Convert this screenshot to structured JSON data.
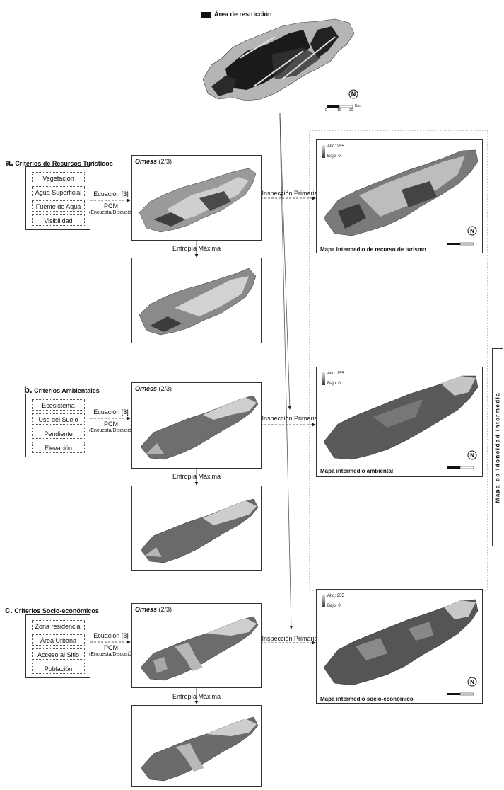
{
  "restriction": {
    "legend_label": "Área de restricción"
  },
  "scale": {
    "zero": "0",
    "ten": "10",
    "twenty": "20",
    "unit": "Km"
  },
  "north": "N",
  "criteria": [
    {
      "letter": "a.",
      "title": "Criterios de Recursos Turísticos",
      "items": [
        "Vegetación",
        "Agua Superficial",
        "Fuente de Agua",
        "Visibilidad"
      ]
    },
    {
      "letter": "b.",
      "title": "Criterios Ambientales",
      "items": [
        "Ecosistema",
        "Uso del Suelo",
        "Pendiente",
        "Elevación"
      ]
    },
    {
      "letter": "c.",
      "title": "Criterios Socio-económicos",
      "items": [
        "Zona residencial",
        "Área Urbana",
        "Acceso al Sitio",
        "Población"
      ]
    }
  ],
  "method": {
    "equation": "Ecuación [3]",
    "pcm": "PCM",
    "survey": "(Encuesta/Discusión)"
  },
  "orness": {
    "title": "Orness",
    "ratio": "(2/3)"
  },
  "entropy": "Entropía Máxima",
  "inspection": "Inspección Primaria",
  "legend": {
    "high": "Alto: 255",
    "low": "Bajo: 0"
  },
  "outputs": [
    "Mapa intermedio de recurso de turismo",
    "Mapa intermedio ambiental",
    "Mapa intermedio socio-económico"
  ],
  "sidebar": "Mapa de Idoneidad Intermedia",
  "colors": {
    "dark": "#3a3a3a",
    "mid": "#7a7a7a",
    "light": "#c9c9c9",
    "restriction": "#111111"
  }
}
